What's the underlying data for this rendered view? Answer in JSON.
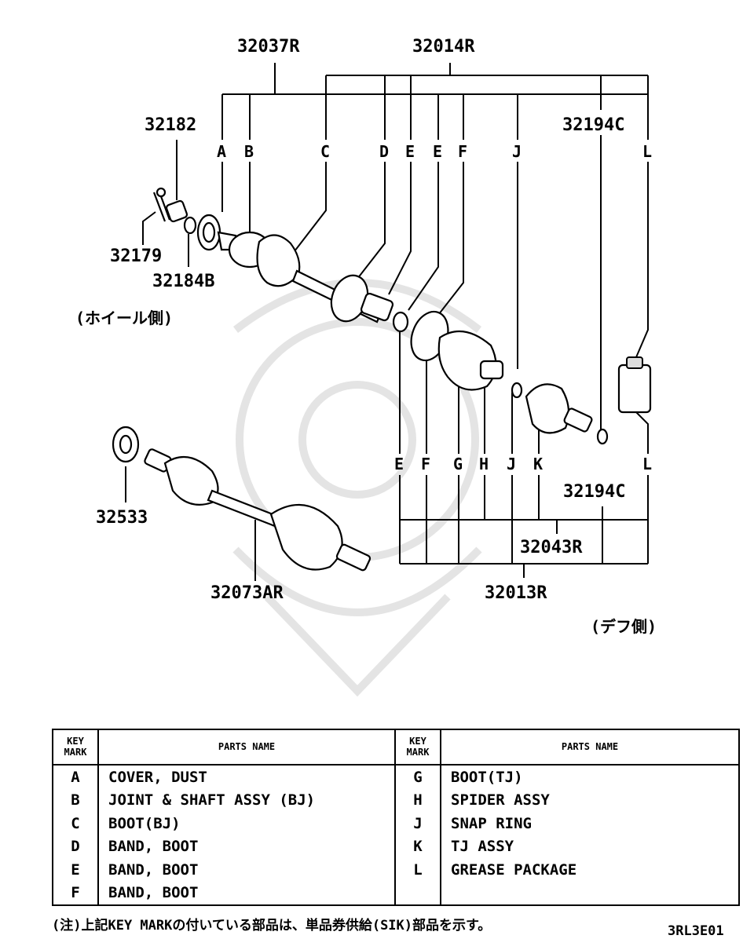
{
  "diagram": {
    "part_numbers": {
      "p32037R": "32037R",
      "p32014R": "32014R",
      "p32182": "32182",
      "p32194C_top": "32194C",
      "p32179": "32179",
      "p32184B": "32184B",
      "p32533": "32533",
      "p32194C_bottom": "32194C",
      "p32043R": "32043R",
      "p32073AR": "32073AR",
      "p32013R": "32013R"
    },
    "top_key_marks": [
      "A",
      "B",
      "C",
      "D",
      "E",
      "E",
      "F",
      "J",
      "L"
    ],
    "bottom_key_marks": [
      "E",
      "F",
      "G",
      "H",
      "J",
      "K",
      "L"
    ],
    "wheel_side_label": "(ホイール側)",
    "diff_side_label": "(デフ側)"
  },
  "table": {
    "key_header": [
      "KEY",
      "MARK"
    ],
    "name_header": "PARTS NAME",
    "left_rows": [
      {
        "key": "A",
        "name": "COVER, DUST"
      },
      {
        "key": "B",
        "name": "JOINT & SHAFT ASSY (BJ)"
      },
      {
        "key": "C",
        "name": "BOOT(BJ)"
      },
      {
        "key": "D",
        "name": "BAND, BOOT"
      },
      {
        "key": "E",
        "name": "BAND, BOOT"
      },
      {
        "key": "F",
        "name": "BAND, BOOT"
      }
    ],
    "right_rows": [
      {
        "key": "G",
        "name": "BOOT(TJ)"
      },
      {
        "key": "H",
        "name": "SPIDER ASSY"
      },
      {
        "key": "J",
        "name": "SNAP RING"
      },
      {
        "key": "K",
        "name": "TJ ASSY"
      },
      {
        "key": "L",
        "name": "GREASE PACKAGE"
      },
      {
        "key": "",
        "name": ""
      }
    ]
  },
  "footnote": "(注)上記KEY MARKの付いている部品は、単品券供給(SIK)部品を示す。",
  "doc_code": "3RL3E01"
}
